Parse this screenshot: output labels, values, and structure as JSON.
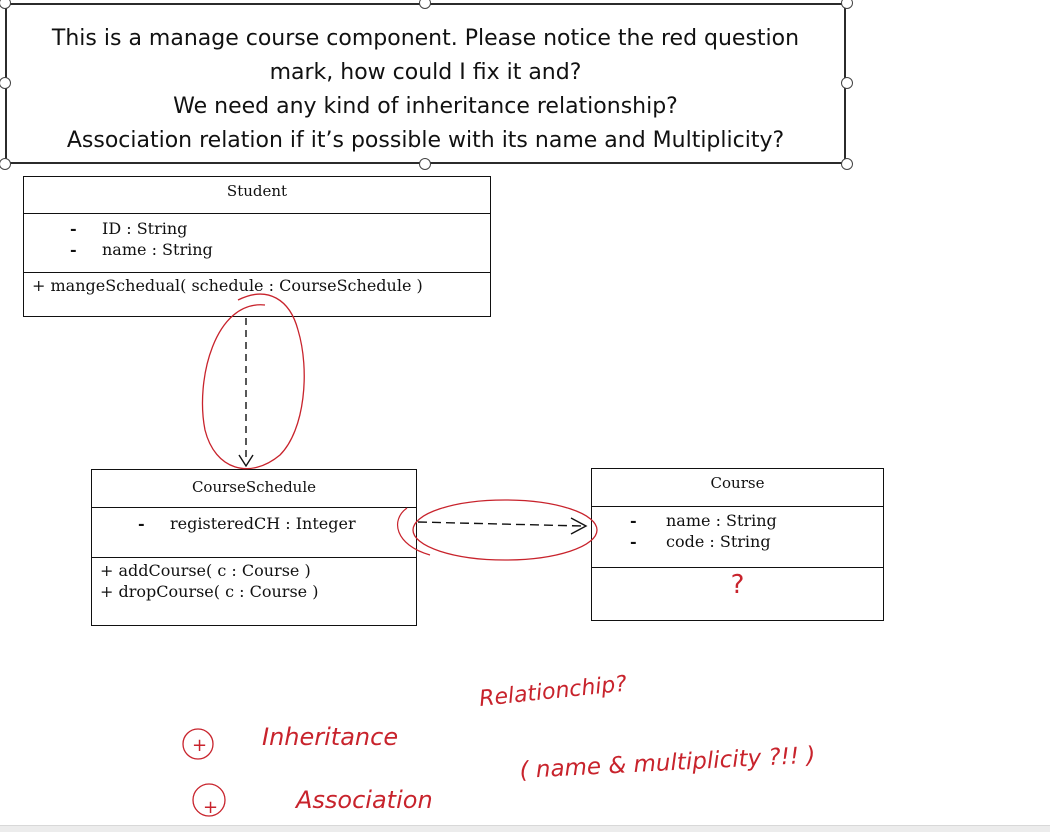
{
  "note": {
    "line1": "This is a manage course component. Please notice the red question",
    "line2": "mark, how could I fix it and?",
    "line3": "We need any kind of inheritance relationship?",
    "line4": "Association relation if it’s possible with its name and Multiplicity?"
  },
  "student": {
    "name": "Student",
    "attributes": [
      {
        "visibility": "-",
        "text": "ID : String"
      },
      {
        "visibility": "-",
        "text": "name : String"
      }
    ],
    "operations": [
      "+ mangeSchedual( schedule : CourseSchedule )"
    ]
  },
  "course_schedule": {
    "name": "CourseSchedule",
    "attributes": [
      {
        "visibility": "-",
        "text": "registeredCH : Integer"
      }
    ],
    "operations": [
      "+ addCourse( c : Course )",
      "+ dropCourse( c : Course )"
    ]
  },
  "course": {
    "name": "Course",
    "attributes": [
      {
        "visibility": "-",
        "text": "name : String"
      },
      {
        "visibility": "-",
        "text": "code : String"
      }
    ],
    "operations_mark": "?"
  },
  "handwriting": {
    "heading": "Relationchip?",
    "item1_marker": "+",
    "item1_text": "Inheritance",
    "item2_marker": "+",
    "item2_text": "Association",
    "item2_detail": "( name & multiplicity ?!! )"
  },
  "colors": {
    "annotation": "#c8232c",
    "uml_line": "#111111"
  }
}
